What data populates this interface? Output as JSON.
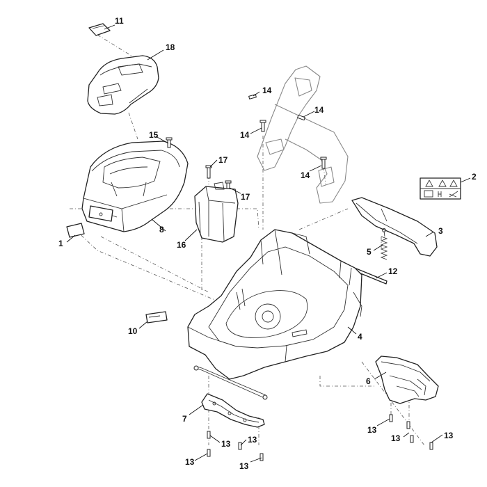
{
  "callouts": {
    "c1": "1",
    "c2": "2",
    "c3": "3",
    "c4": "4",
    "c5": "5",
    "c6": "6",
    "c7": "7",
    "c8": "8",
    "c10": "10",
    "c11": "11",
    "c12": "12",
    "c13a": "13",
    "c13b": "13",
    "c13c": "13",
    "c13d": "13",
    "c13e": "13",
    "c13f": "13",
    "c13g": "13",
    "c14a": "14",
    "c14b": "14",
    "c14c": "14",
    "c14d": "14",
    "c15": "15",
    "c16": "16",
    "c17a": "17",
    "c17b": "17",
    "c18": "18"
  },
  "icons": {
    "warning_label": [
      "warning-triangle-icon",
      "warning-triangle-icon",
      "warning-triangle-icon",
      "book-icon",
      "hand-icon",
      "blade-icon"
    ]
  }
}
